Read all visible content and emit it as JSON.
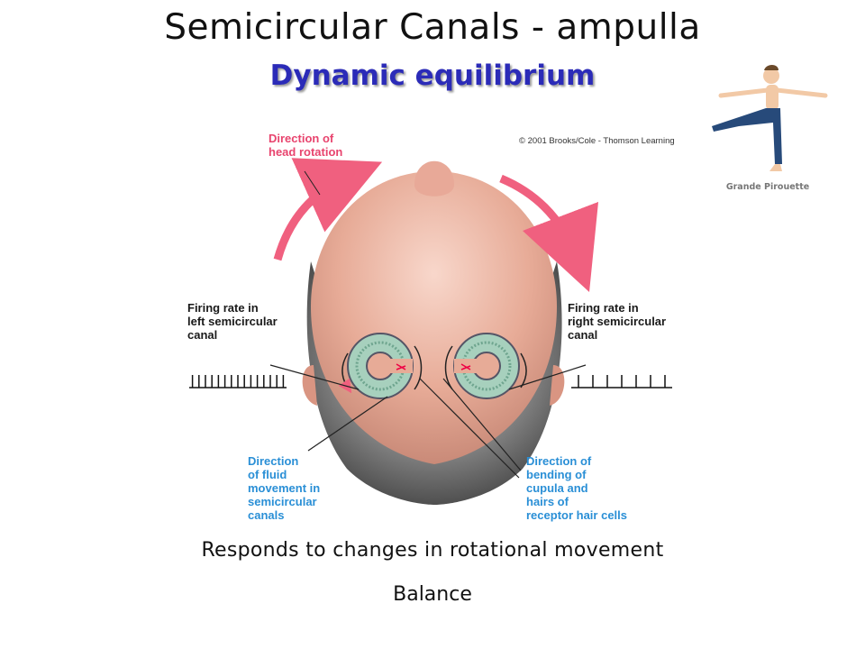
{
  "title": "Semicircular Canals - ampulla",
  "subtitle": "Dynamic equilibrium",
  "figure": {
    "copyright": "© 2001 Brooks/Cole - Thomson Learning",
    "labels": {
      "head_rotation": [
        "Direction of",
        "head rotation"
      ],
      "left_firing": [
        "Firing rate in",
        "left semicircular",
        "canal"
      ],
      "right_firing": [
        "Firing rate in",
        "right semicircular",
        "canal"
      ],
      "fluid_movement": [
        "Direction",
        "of fluid",
        "movement in",
        "semicircular",
        "canals"
      ],
      "cupula_bending": [
        "Direction of",
        "bending of",
        "cupula and",
        "hairs of",
        "receptor hair cells"
      ]
    },
    "firing_rates": {
      "left_spikes": 15,
      "right_spikes": 7
    },
    "colors": {
      "arrow": "#f0607f",
      "skin": "#e9b3a0",
      "hair": "#6e6e6e",
      "canal": "#9cc7b2",
      "label_pink": "#e8446e",
      "label_blue": "#2a8fd6"
    }
  },
  "dancer": {
    "caption": "Grande Pirouette"
  },
  "captions": {
    "line1": "Responds to changes in rotational movement",
    "line2": "Balance"
  }
}
